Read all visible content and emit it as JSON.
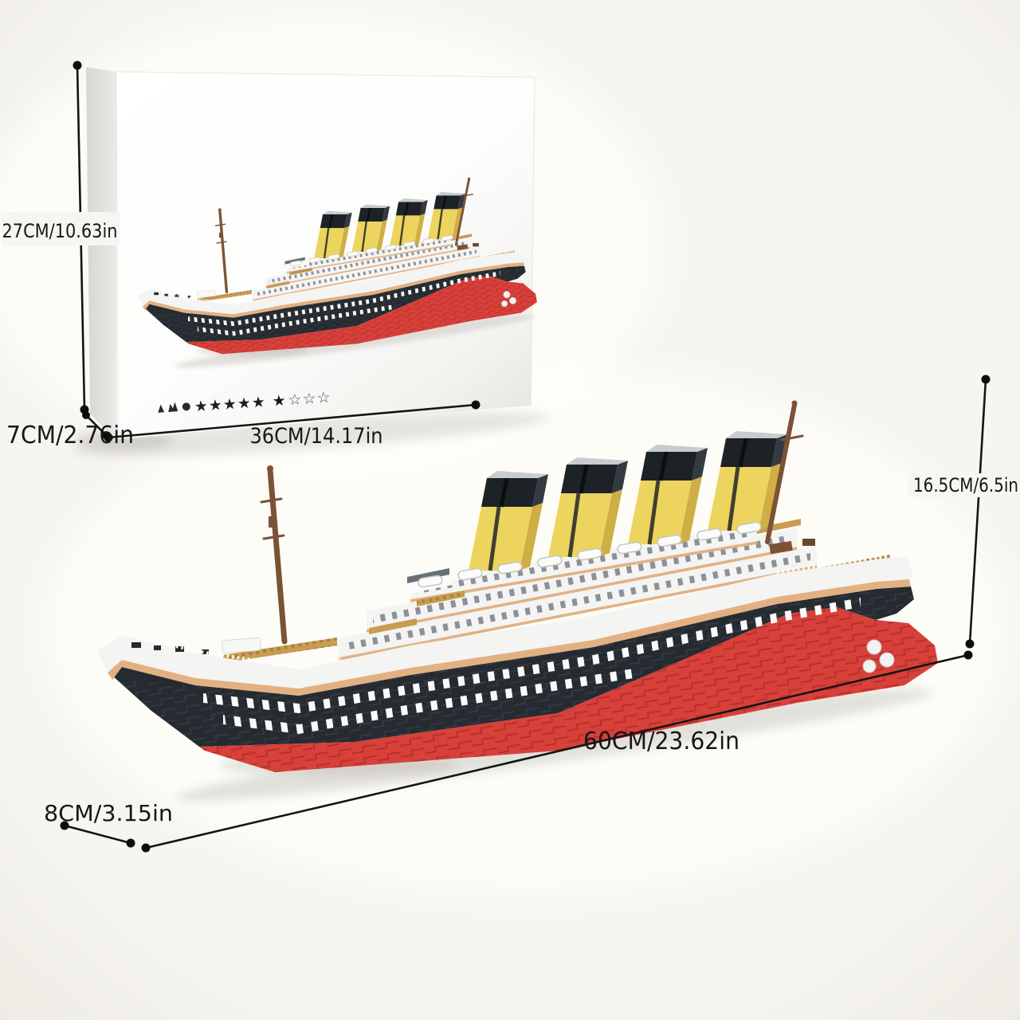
{
  "page": {
    "background_color": "#f7f5f0"
  },
  "packaging_box": {
    "dimension_labels": {
      "height": "27CM/10.63in",
      "depth": "7CM/2.76in",
      "width": "36CM/14.17in"
    },
    "rating": {
      "stars_filled": "★★★★★",
      "star_half": "★",
      "stars_empty": "☆☆☆",
      "brand_marks_count": 3
    }
  },
  "assembled_model": {
    "dimension_labels": {
      "height": "16.5CM/6.5in",
      "length": "60CM/23.62in",
      "depth": "8CM/3.15in"
    }
  },
  "colors": {
    "page_bg": "#f7f5f0",
    "dimension_line": "#141414",
    "hull_dark": "#252b31",
    "hull_red": "#d8403a",
    "trim_tan": "#e2b183",
    "deck_gold": "#c99c54",
    "funnel_yellow": "#edd45e",
    "funnel_cap": "#1d2227",
    "mast_brown": "#7b5236"
  }
}
